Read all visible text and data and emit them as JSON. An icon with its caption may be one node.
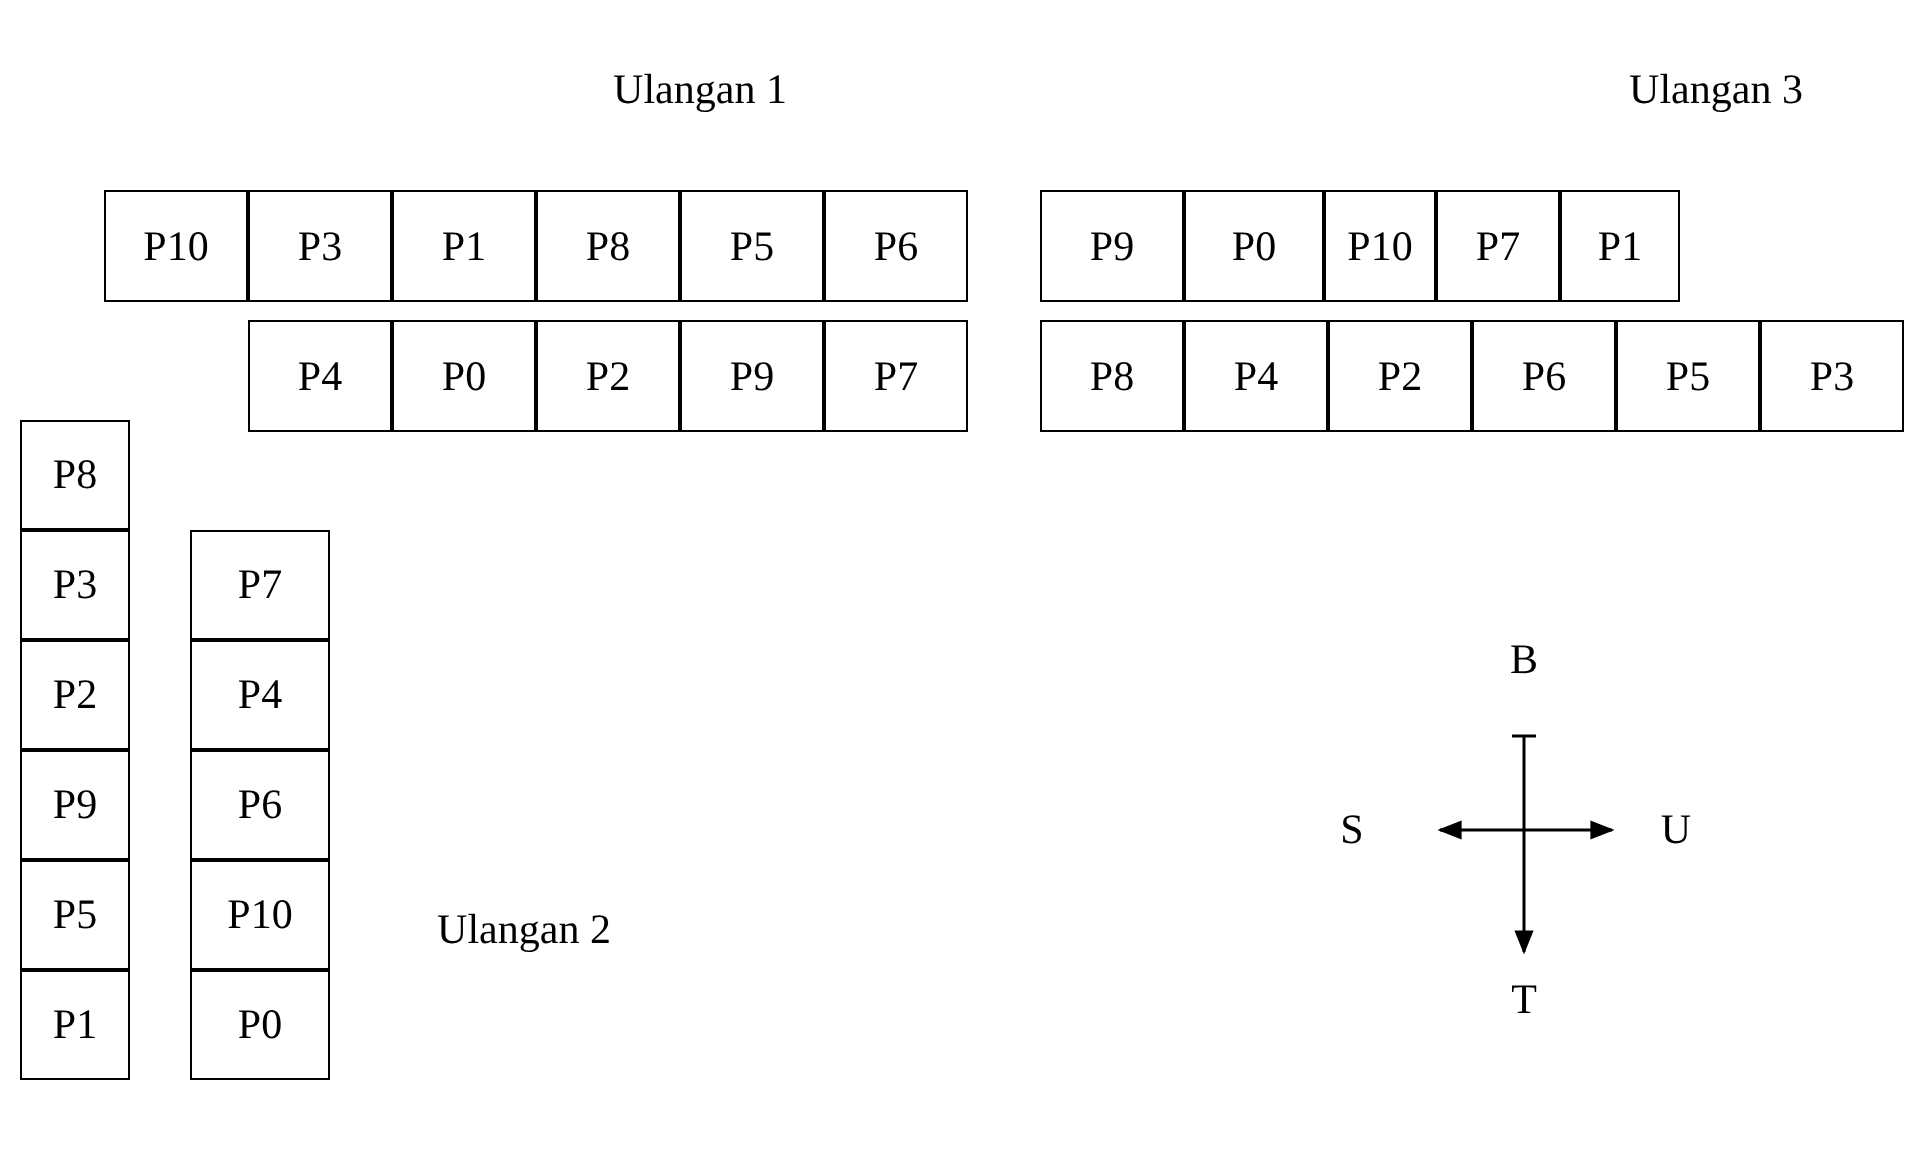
{
  "diagram": {
    "nodes": [
      {
        "text": [
          "P10"
        ]
      },
      {
        "text": [
          "P3"
        ]
      },
      {
        "text": [
          "P1"
        ]
      },
      {
        "text": [
          "P8"
        ]
      },
      {
        "text": [
          "P5"
        ]
      },
      {
        "text": [
          "P6"
        ]
      },
      {
        "text": [
          "P9"
        ]
      },
      {
        "text": [
          "P0"
        ]
      },
      {
        "text": [
          "P10"
        ]
      },
      {
        "text": [
          "P7"
        ]
      },
      {
        "text": [
          "P1"
        ]
      },
      {
        "text": [
          "P4"
        ]
      },
      {
        "text": [
          "P0"
        ]
      },
      {
        "text": [
          "P2"
        ]
      },
      {
        "text": [
          "P9"
        ]
      },
      {
        "text": [
          "P7"
        ]
      },
      {
        "text": [
          "P8"
        ]
      },
      {
        "text": [
          "P4"
        ]
      },
      {
        "text": [
          "P2"
        ]
      },
      {
        "text": [
          "P6"
        ]
      },
      {
        "text": [
          "P5"
        ]
      },
      {
        "text": [
          "P3"
        ]
      },
      {
        "text": [
          "P8"
        ]
      },
      {
        "text": [
          "P3"
        ]
      },
      {
        "text": [
          "P7"
        ]
      },
      {
        "text": [
          "P2"
        ]
      },
      {
        "text": [
          "P4"
        ]
      },
      {
        "text": [
          "P9"
        ]
      },
      {
        "text": [
          "P6"
        ]
      },
      {
        "text": [
          "P5"
        ]
      },
      {
        "text": [
          "P10"
        ]
      },
      {
        "text": [
          "P1"
        ]
      },
      {
        "text": [
          "P0"
        ]
      }
    ],
    "edges": [],
    "labels": [
      "Ulangan 1",
      "Ulangan 3",
      "B",
      "S",
      "U",
      "Ulangan 2",
      "T"
    ]
  }
}
